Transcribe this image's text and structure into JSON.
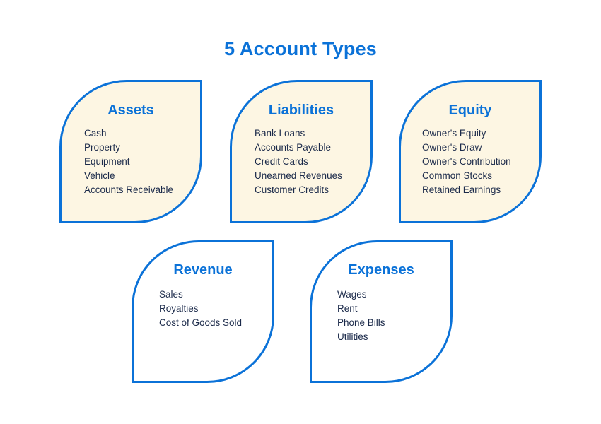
{
  "page": {
    "title": "5 Account Types",
    "accent_color": "#0b72d8",
    "fill_color": "#fdf6e3",
    "text_color": "#1b2a4a",
    "background_color": "#ffffff"
  },
  "cards": [
    {
      "id": "assets",
      "title": "Assets",
      "filled": true,
      "items": [
        "Cash",
        "Property",
        "Equipment",
        "Vehicle",
        "Accounts Receivable"
      ]
    },
    {
      "id": "liabilities",
      "title": "Liabilities",
      "filled": true,
      "items": [
        "Bank Loans",
        "Accounts Payable",
        "Credit Cards",
        "Unearned Revenues",
        "Customer Credits"
      ]
    },
    {
      "id": "equity",
      "title": "Equity",
      "filled": true,
      "items": [
        "Owner's Equity",
        "Owner's Draw",
        "Owner's Contribution",
        "Common Stocks",
        "Retained Earnings"
      ]
    },
    {
      "id": "revenue",
      "title": "Revenue",
      "filled": false,
      "items": [
        "Sales",
        "Royalties",
        "Cost of Goods Sold"
      ]
    },
    {
      "id": "expenses",
      "title": "Expenses",
      "filled": false,
      "items": [
        "Wages",
        "Rent",
        "Phone Bills",
        "Utilities"
      ]
    }
  ]
}
